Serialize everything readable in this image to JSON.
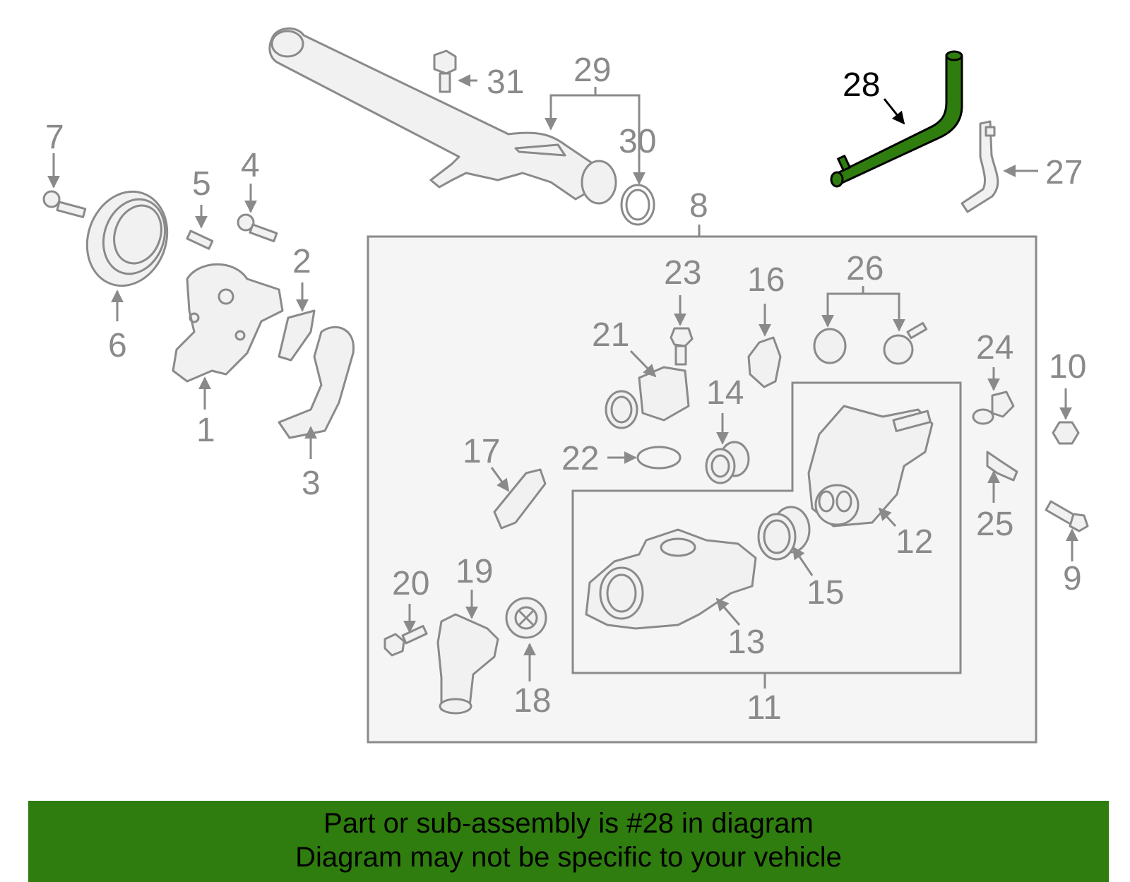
{
  "highlight": {
    "part_number": "28",
    "color": "#2f7d0f"
  },
  "callouts": {
    "n1": "1",
    "n2": "2",
    "n3": "3",
    "n4": "4",
    "n5": "5",
    "n6": "6",
    "n7": "7",
    "n8": "8",
    "n9": "9",
    "n10": "10",
    "n11": "11",
    "n12": "12",
    "n13": "13",
    "n14": "14",
    "n15": "15",
    "n16": "16",
    "n17": "17",
    "n18": "18",
    "n19": "19",
    "n20": "20",
    "n21": "21",
    "n22": "22",
    "n23": "23",
    "n24": "24",
    "n25": "25",
    "n26": "26",
    "n27": "27",
    "n28": "28",
    "n29": "29",
    "n30": "30",
    "n31": "31"
  },
  "banner": {
    "line1": "Part or sub-assembly is #28 in diagram",
    "line2": "Diagram may not be specific to your vehicle"
  }
}
